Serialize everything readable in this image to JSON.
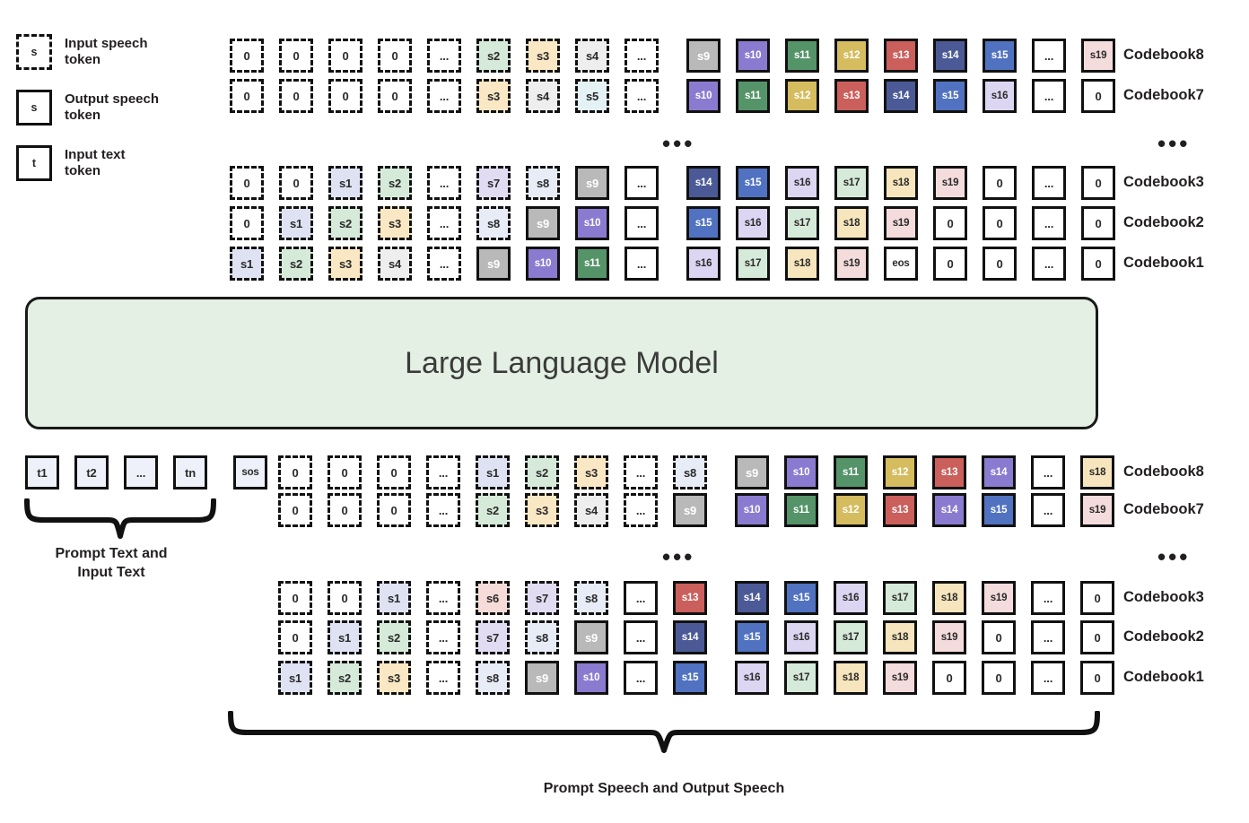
{
  "legend": {
    "items": [
      {
        "glyph": "s",
        "style": "dashed",
        "label": "Input speech\ntoken",
        "name": "input-speech-token"
      },
      {
        "glyph": "s",
        "style": "solid",
        "label": "Output speech\ntoken",
        "name": "output-speech-token"
      },
      {
        "glyph": "t",
        "style": "solid",
        "label": "Input text\ntoken",
        "name": "input-text-token"
      }
    ]
  },
  "llm": {
    "label": "Large Language Model"
  },
  "ellipsis": "•••",
  "colors": {
    "llm_fill": "#e3f0e3",
    "text_token_fill": "#eef1f9",
    "outline": "#111111",
    "s1": "#dfe2f2",
    "s2": "#d6ead9",
    "s3": "#fae8c4",
    "s4": "#eeeeee",
    "s5": "#e4f2f5",
    "s6": "#f5dcd8",
    "s7": "#e2dcf3",
    "s8": "#e8ecf7",
    "s9": "#b9b9b9",
    "s10": "#8a7bd0",
    "s11": "#559468",
    "s12": "#d5bc5f",
    "s13": "#cb5f5c",
    "s14": "#4b5a96",
    "s15": "#5072c0",
    "s16": "#ddd6f3",
    "s17": "#d6ead9",
    "s18": "#f7e6bd",
    "s19": "#f4dcdc",
    "blank": "#ffffff"
  },
  "top_section": {
    "row_labels": [
      "Codebook8",
      "Codebook7",
      "Codebook3",
      "Codebook2",
      "Codebook1"
    ],
    "rows": [
      {
        "label": "Codebook8",
        "cells": [
          {
            "t": "0",
            "k": "d",
            "c": "blank"
          },
          {
            "t": "0",
            "k": "d",
            "c": "blank"
          },
          {
            "t": "0",
            "k": "d",
            "c": "blank"
          },
          {
            "t": "0",
            "k": "d",
            "c": "blank"
          },
          {
            "t": "...",
            "k": "d",
            "c": "blank"
          },
          {
            "t": "s2",
            "k": "d",
            "c": "s2"
          },
          {
            "t": "s3",
            "k": "d",
            "c": "s3"
          },
          {
            "t": "s4",
            "k": "d",
            "c": "s4"
          },
          {
            "t": "...",
            "k": "d",
            "c": "blank"
          },
          {
            "t": "s9",
            "k": "s",
            "c": "s9"
          },
          {
            "t": "s10",
            "k": "s",
            "c": "s10"
          },
          {
            "t": "s11",
            "k": "s",
            "c": "s11"
          },
          {
            "t": "s12",
            "k": "s",
            "c": "s12"
          },
          {
            "t": "s13",
            "k": "s",
            "c": "s13"
          },
          {
            "t": "s14",
            "k": "s",
            "c": "s14"
          },
          {
            "t": "s15",
            "k": "s",
            "c": "s15"
          },
          {
            "t": "...",
            "k": "s",
            "c": "blank"
          },
          {
            "t": "s19",
            "k": "s",
            "c": "s19"
          }
        ]
      },
      {
        "label": "Codebook7",
        "cells": [
          {
            "t": "0",
            "k": "d",
            "c": "blank"
          },
          {
            "t": "0",
            "k": "d",
            "c": "blank"
          },
          {
            "t": "0",
            "k": "d",
            "c": "blank"
          },
          {
            "t": "0",
            "k": "d",
            "c": "blank"
          },
          {
            "t": "...",
            "k": "d",
            "c": "blank"
          },
          {
            "t": "s3",
            "k": "d",
            "c": "s3"
          },
          {
            "t": "s4",
            "k": "d",
            "c": "s4"
          },
          {
            "t": "s5",
            "k": "d",
            "c": "s5"
          },
          {
            "t": "...",
            "k": "d",
            "c": "blank"
          },
          {
            "t": "s10",
            "k": "s",
            "c": "s10"
          },
          {
            "t": "s11",
            "k": "s",
            "c": "s11"
          },
          {
            "t": "s12",
            "k": "s",
            "c": "s12"
          },
          {
            "t": "s13",
            "k": "s",
            "c": "s13"
          },
          {
            "t": "s14",
            "k": "s",
            "c": "s14"
          },
          {
            "t": "s15",
            "k": "s",
            "c": "s15"
          },
          {
            "t": "s16",
            "k": "s",
            "c": "s16"
          },
          {
            "t": "...",
            "k": "s",
            "c": "blank"
          },
          {
            "t": "0",
            "k": "s",
            "c": "blank"
          }
        ]
      },
      {
        "label": "Codebook3",
        "cells": [
          {
            "t": "0",
            "k": "d",
            "c": "blank"
          },
          {
            "t": "0",
            "k": "d",
            "c": "blank"
          },
          {
            "t": "s1",
            "k": "d",
            "c": "s1"
          },
          {
            "t": "s2",
            "k": "d",
            "c": "s2"
          },
          {
            "t": "...",
            "k": "d",
            "c": "blank"
          },
          {
            "t": "s7",
            "k": "d",
            "c": "s7"
          },
          {
            "t": "s8",
            "k": "d",
            "c": "s8"
          },
          {
            "t": "s9",
            "k": "s",
            "c": "s9"
          },
          {
            "t": "...",
            "k": "s",
            "c": "blank"
          },
          {
            "t": "s14",
            "k": "s",
            "c": "s14"
          },
          {
            "t": "s15",
            "k": "s",
            "c": "s15"
          },
          {
            "t": "s16",
            "k": "s",
            "c": "s16"
          },
          {
            "t": "s17",
            "k": "s",
            "c": "s17"
          },
          {
            "t": "s18",
            "k": "s",
            "c": "s18"
          },
          {
            "t": "s19",
            "k": "s",
            "c": "s19"
          },
          {
            "t": "0",
            "k": "s",
            "c": "blank"
          },
          {
            "t": "...",
            "k": "s",
            "c": "blank"
          },
          {
            "t": "0",
            "k": "s",
            "c": "blank"
          }
        ]
      },
      {
        "label": "Codebook2",
        "cells": [
          {
            "t": "0",
            "k": "d",
            "c": "blank"
          },
          {
            "t": "s1",
            "k": "d",
            "c": "s1"
          },
          {
            "t": "s2",
            "k": "d",
            "c": "s2"
          },
          {
            "t": "s3",
            "k": "d",
            "c": "s3"
          },
          {
            "t": "...",
            "k": "d",
            "c": "blank"
          },
          {
            "t": "s8",
            "k": "d",
            "c": "s8"
          },
          {
            "t": "s9",
            "k": "s",
            "c": "s9"
          },
          {
            "t": "s10",
            "k": "s",
            "c": "s10"
          },
          {
            "t": "...",
            "k": "s",
            "c": "blank"
          },
          {
            "t": "s15",
            "k": "s",
            "c": "s15"
          },
          {
            "t": "s16",
            "k": "s",
            "c": "s16"
          },
          {
            "t": "s17",
            "k": "s",
            "c": "s17"
          },
          {
            "t": "s18",
            "k": "s",
            "c": "s18"
          },
          {
            "t": "s19",
            "k": "s",
            "c": "s19"
          },
          {
            "t": "0",
            "k": "s",
            "c": "blank"
          },
          {
            "t": "0",
            "k": "s",
            "c": "blank"
          },
          {
            "t": "...",
            "k": "s",
            "c": "blank"
          },
          {
            "t": "0",
            "k": "s",
            "c": "blank"
          }
        ]
      },
      {
        "label": "Codebook1",
        "cells": [
          {
            "t": "s1",
            "k": "d",
            "c": "s1"
          },
          {
            "t": "s2",
            "k": "d",
            "c": "s2"
          },
          {
            "t": "s3",
            "k": "d",
            "c": "s3"
          },
          {
            "t": "s4",
            "k": "d",
            "c": "s4"
          },
          {
            "t": "...",
            "k": "d",
            "c": "blank"
          },
          {
            "t": "s9",
            "k": "s",
            "c": "s9"
          },
          {
            "t": "s10",
            "k": "s",
            "c": "s10"
          },
          {
            "t": "s11",
            "k": "s",
            "c": "s11"
          },
          {
            "t": "...",
            "k": "s",
            "c": "blank"
          },
          {
            "t": "s16",
            "k": "s",
            "c": "s16"
          },
          {
            "t": "s17",
            "k": "s",
            "c": "s17"
          },
          {
            "t": "s18",
            "k": "s",
            "c": "s18"
          },
          {
            "t": "s19",
            "k": "s",
            "c": "s19"
          },
          {
            "t": "eos",
            "k": "s",
            "c": "blank"
          },
          {
            "t": "0",
            "k": "s",
            "c": "blank"
          },
          {
            "t": "0",
            "k": "s",
            "c": "blank"
          },
          {
            "t": "...",
            "k": "s",
            "c": "blank"
          },
          {
            "t": "0",
            "k": "s",
            "c": "blank"
          }
        ]
      }
    ]
  },
  "text_prompt": {
    "cells": [
      "t1",
      "t2",
      "...",
      "tn",
      "sos"
    ],
    "caption": "Prompt Text and\nInput Text"
  },
  "bottom_section": {
    "caption": "Prompt Speech and Output Speech",
    "rows": [
      {
        "label": "Codebook8",
        "cells": [
          {
            "t": "0",
            "k": "d",
            "c": "blank"
          },
          {
            "t": "0",
            "k": "d",
            "c": "blank"
          },
          {
            "t": "0",
            "k": "d",
            "c": "blank"
          },
          {
            "t": "...",
            "k": "d",
            "c": "blank"
          },
          {
            "t": "s1",
            "k": "d",
            "c": "s1"
          },
          {
            "t": "s2",
            "k": "d",
            "c": "s2"
          },
          {
            "t": "s3",
            "k": "d",
            "c": "s3"
          },
          {
            "t": "...",
            "k": "d",
            "c": "blank"
          },
          {
            "t": "s8",
            "k": "d",
            "c": "s8"
          },
          {
            "t": "s9",
            "k": "s",
            "c": "s9"
          },
          {
            "t": "s10",
            "k": "s",
            "c": "s10"
          },
          {
            "t": "s11",
            "k": "s",
            "c": "s11"
          },
          {
            "t": "s12",
            "k": "s",
            "c": "s12"
          },
          {
            "t": "s13",
            "k": "s",
            "c": "s13"
          },
          {
            "t": "s14",
            "k": "s",
            "c": "s10"
          },
          {
            "t": "...",
            "k": "s",
            "c": "blank"
          },
          {
            "t": "s18",
            "k": "s",
            "c": "s18"
          }
        ]
      },
      {
        "label": "Codebook7",
        "cells": [
          {
            "t": "0",
            "k": "d",
            "c": "blank"
          },
          {
            "t": "0",
            "k": "d",
            "c": "blank"
          },
          {
            "t": "0",
            "k": "d",
            "c": "blank"
          },
          {
            "t": "...",
            "k": "d",
            "c": "blank"
          },
          {
            "t": "s2",
            "k": "d",
            "c": "s2"
          },
          {
            "t": "s3",
            "k": "d",
            "c": "s3"
          },
          {
            "t": "s4",
            "k": "d",
            "c": "s4"
          },
          {
            "t": "...",
            "k": "d",
            "c": "blank"
          },
          {
            "t": "s9",
            "k": "s",
            "c": "s9"
          },
          {
            "t": "s10",
            "k": "s",
            "c": "s10"
          },
          {
            "t": "s11",
            "k": "s",
            "c": "s11"
          },
          {
            "t": "s12",
            "k": "s",
            "c": "s12"
          },
          {
            "t": "s13",
            "k": "s",
            "c": "s13"
          },
          {
            "t": "s14",
            "k": "s",
            "c": "s10"
          },
          {
            "t": "s15",
            "k": "s",
            "c": "s15"
          },
          {
            "t": "...",
            "k": "s",
            "c": "blank"
          },
          {
            "t": "s19",
            "k": "s",
            "c": "s19"
          }
        ]
      },
      {
        "label": "Codebook3",
        "cells": [
          {
            "t": "0",
            "k": "d",
            "c": "blank"
          },
          {
            "t": "0",
            "k": "d",
            "c": "blank"
          },
          {
            "t": "s1",
            "k": "d",
            "c": "s1"
          },
          {
            "t": "...",
            "k": "d",
            "c": "blank"
          },
          {
            "t": "s6",
            "k": "d",
            "c": "s6"
          },
          {
            "t": "s7",
            "k": "d",
            "c": "s7"
          },
          {
            "t": "s8",
            "k": "d",
            "c": "s8"
          },
          {
            "t": "...",
            "k": "s",
            "c": "blank"
          },
          {
            "t": "s13",
            "k": "s",
            "c": "s13"
          },
          {
            "t": "s14",
            "k": "s",
            "c": "s14"
          },
          {
            "t": "s15",
            "k": "s",
            "c": "s15"
          },
          {
            "t": "s16",
            "k": "s",
            "c": "s16"
          },
          {
            "t": "s17",
            "k": "s",
            "c": "s17"
          },
          {
            "t": "s18",
            "k": "s",
            "c": "s18"
          },
          {
            "t": "s19",
            "k": "s",
            "c": "s19"
          },
          {
            "t": "...",
            "k": "s",
            "c": "blank"
          },
          {
            "t": "0",
            "k": "s",
            "c": "blank"
          }
        ]
      },
      {
        "label": "Codebook2",
        "cells": [
          {
            "t": "0",
            "k": "d",
            "c": "blank"
          },
          {
            "t": "s1",
            "k": "d",
            "c": "s1"
          },
          {
            "t": "s2",
            "k": "d",
            "c": "s2"
          },
          {
            "t": "...",
            "k": "d",
            "c": "blank"
          },
          {
            "t": "s7",
            "k": "d",
            "c": "s7"
          },
          {
            "t": "s8",
            "k": "d",
            "c": "s8"
          },
          {
            "t": "s9",
            "k": "s",
            "c": "s9"
          },
          {
            "t": "...",
            "k": "s",
            "c": "blank"
          },
          {
            "t": "s14",
            "k": "s",
            "c": "s14"
          },
          {
            "t": "s15",
            "k": "s",
            "c": "s15"
          },
          {
            "t": "s16",
            "k": "s",
            "c": "s16"
          },
          {
            "t": "s17",
            "k": "s",
            "c": "s17"
          },
          {
            "t": "s18",
            "k": "s",
            "c": "s18"
          },
          {
            "t": "s19",
            "k": "s",
            "c": "s19"
          },
          {
            "t": "0",
            "k": "s",
            "c": "blank"
          },
          {
            "t": "...",
            "k": "s",
            "c": "blank"
          },
          {
            "t": "0",
            "k": "s",
            "c": "blank"
          }
        ]
      },
      {
        "label": "Codebook1",
        "cells": [
          {
            "t": "s1",
            "k": "d",
            "c": "s1"
          },
          {
            "t": "s2",
            "k": "d",
            "c": "s2"
          },
          {
            "t": "s3",
            "k": "d",
            "c": "s3"
          },
          {
            "t": "...",
            "k": "d",
            "c": "blank"
          },
          {
            "t": "s8",
            "k": "d",
            "c": "s8"
          },
          {
            "t": "s9",
            "k": "s",
            "c": "s9"
          },
          {
            "t": "s10",
            "k": "s",
            "c": "s10"
          },
          {
            "t": "...",
            "k": "s",
            "c": "blank"
          },
          {
            "t": "s15",
            "k": "s",
            "c": "s15"
          },
          {
            "t": "s16",
            "k": "s",
            "c": "s16"
          },
          {
            "t": "s17",
            "k": "s",
            "c": "s17"
          },
          {
            "t": "s18",
            "k": "s",
            "c": "s18"
          },
          {
            "t": "s19",
            "k": "s",
            "c": "s19"
          },
          {
            "t": "0",
            "k": "s",
            "c": "blank"
          },
          {
            "t": "0",
            "k": "s",
            "c": "blank"
          },
          {
            "t": "...",
            "k": "s",
            "c": "blank"
          },
          {
            "t": "0",
            "k": "s",
            "c": "blank"
          }
        ]
      }
    ]
  }
}
